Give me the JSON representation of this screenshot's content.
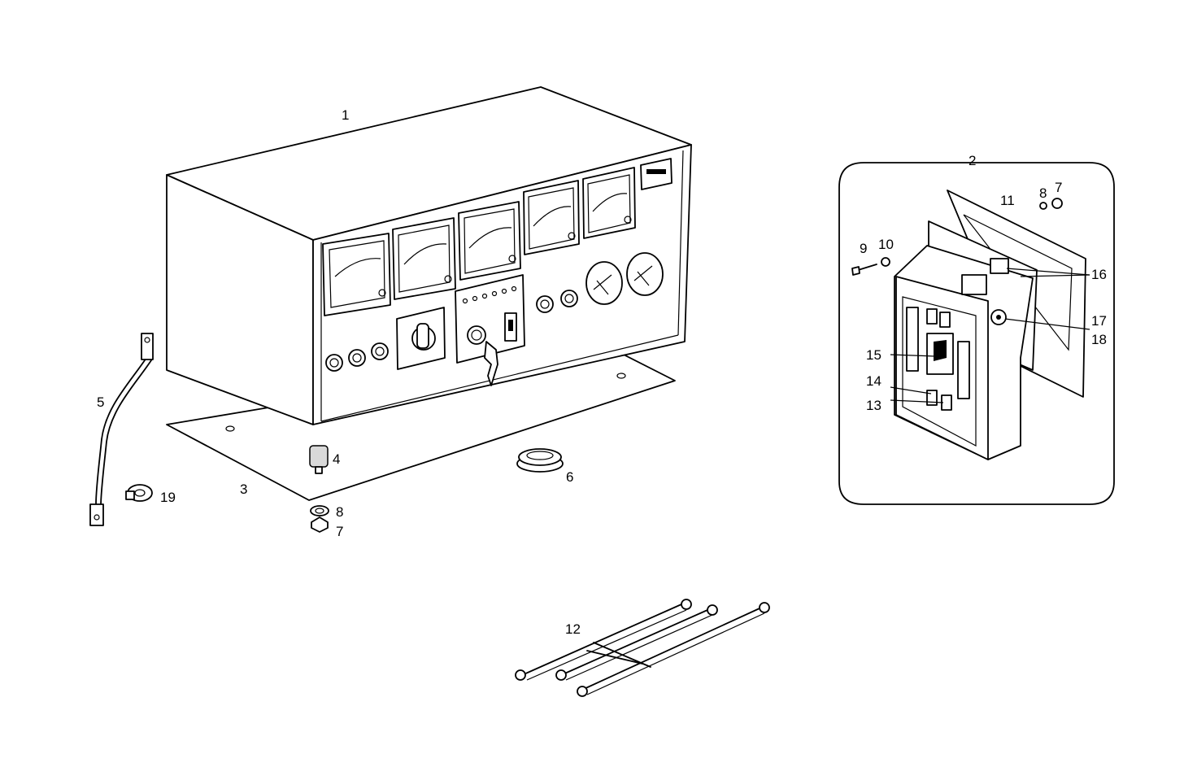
{
  "callouts": {
    "c1": "1",
    "c2": "2",
    "c3": "3",
    "c4": "4",
    "c5": "5",
    "c6": "6",
    "c7a": "7",
    "c8a": "8",
    "c7b": "7",
    "c8b": "8",
    "c9": "9",
    "c10": "10",
    "c11": "11",
    "c12": "12",
    "c13": "13",
    "c14": "14",
    "c15": "15",
    "c16": "16",
    "c17": "17",
    "c18": "18",
    "c19": "19"
  }
}
